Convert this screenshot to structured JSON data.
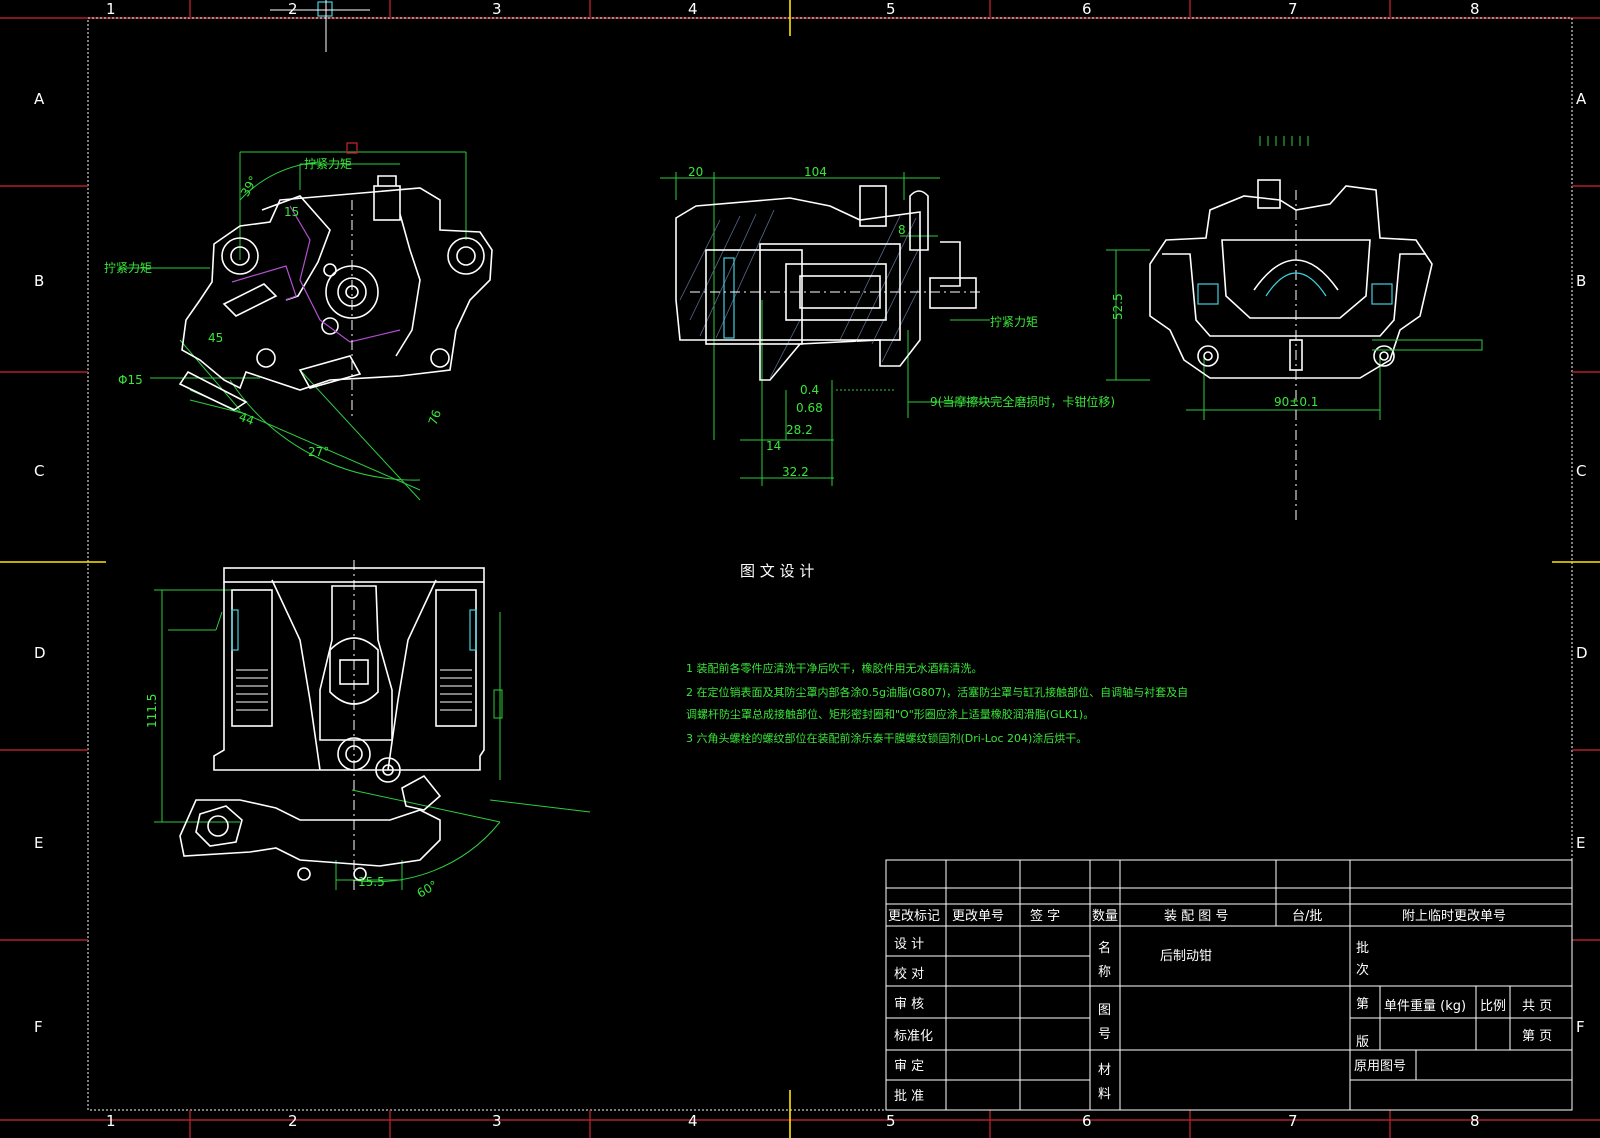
{
  "border": {
    "col_labels": [
      "1",
      "2",
      "3",
      "4",
      "5",
      "6",
      "7",
      "8"
    ],
    "row_labels": [
      "A",
      "B",
      "C",
      "D",
      "E",
      "F"
    ]
  },
  "colors": {
    "line": "#ffffff",
    "dimension": "#2ecc40",
    "border_accent": "#b0202a",
    "center_mark": "#ffe600",
    "cyan": "#3fd0e0"
  },
  "title_watermark": "图 文 设 计",
  "views": {
    "view_a": {
      "dims": [
        "拧紧力矩",
        "拧紧力矩",
        "39°",
        "45",
        "Φ15",
        "44",
        "27°",
        "76",
        "15"
      ]
    },
    "view_b": {
      "dims": [
        "20",
        "104",
        "8",
        "0.4",
        "0.68",
        "28.2",
        "14",
        "32.2",
        "拧紧力矩",
        "9(当摩擦块完全磨损时，卡钳位移)"
      ]
    },
    "view_c": {
      "dims": [
        "52.5",
        "90±0.1"
      ]
    },
    "view_d": {
      "dims": [
        "111.5",
        "15.5",
        "60°"
      ]
    }
  },
  "notes": [
    "1  装配前各零件应清洗干净后吹干，橡胶件用无水酒精清洗。",
    "2  在定位销表面及其防尘罩内部各涂0.5g油脂(G807)，活塞防尘罩与缸孔接触部位、自调轴与衬套及自",
    "调螺杆防尘罩总成接触部位、矩形密封圈和\"O\"形圈应涂上适量橡胶润滑脂(GLK1)。",
    "3  六角头螺栓的螺纹部位在装配前涂乐泰干膜螺纹锁固剂(Dri-Loc 204)涂后烘干。"
  ],
  "title_block": {
    "header": [
      "更改标记",
      "更改单号",
      "签  字",
      "数量",
      "装 配 图 号",
      "台/批",
      "附上临时更改单号"
    ],
    "left_labels": [
      "设  计",
      "校  对",
      "审  核",
      "标准化",
      "审  定",
      "批  准"
    ],
    "name_label": "名\n称",
    "drawing_no_label": "图\n号",
    "material_label": "材\n料",
    "part_name": "后制动钳",
    "batch_label": "批\n次",
    "edition_label": "第\n版",
    "unit_weight": "单件重量 (kg)",
    "scale": "比例",
    "total_pages": "共  页",
    "page": "第  页",
    "original_drawing_no": "原用图号"
  }
}
